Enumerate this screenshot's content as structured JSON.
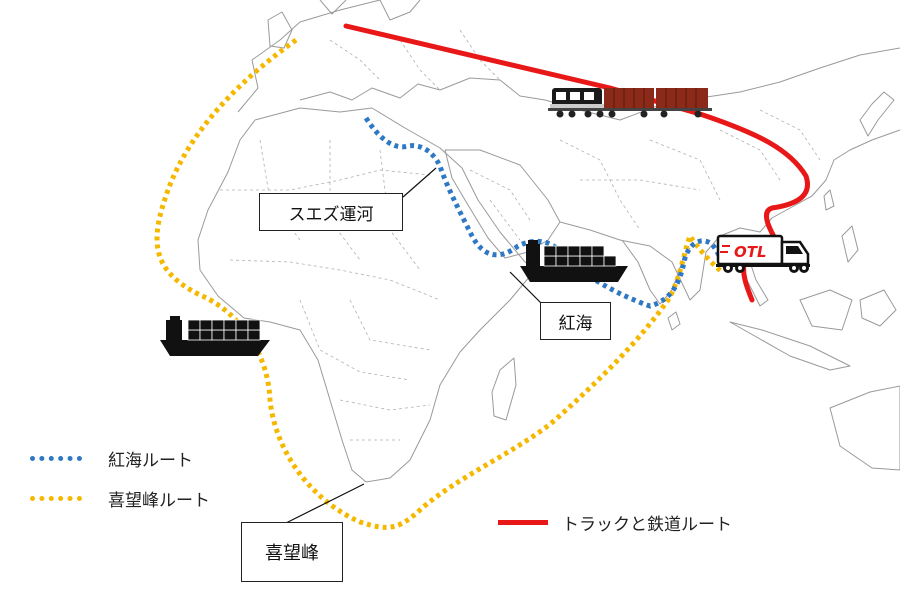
{
  "callouts": {
    "suez": "スエズ運河",
    "red_sea": "紅海",
    "cape": "喜望峰"
  },
  "legend": {
    "red_sea_route": "紅海ルート",
    "cape_route": "喜望峰ルート",
    "rail_route": "トラックと鉄道ルート"
  },
  "truck_logo": "OTL",
  "colors": {
    "red_sea_route": "#2f78c4",
    "cape_route": "#f5b800",
    "rail_route": "#e81818",
    "land_outline": "#9a9a9a"
  }
}
